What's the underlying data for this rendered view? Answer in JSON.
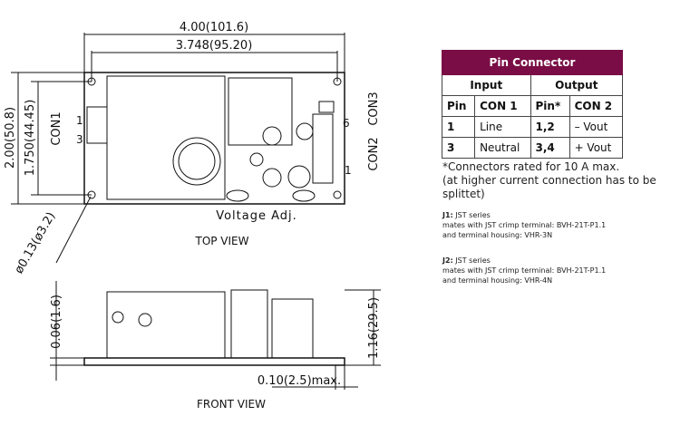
{
  "drawing": {
    "dim_overall_width": "4.00(101.6)",
    "dim_hole_width": "3.748(95.20)",
    "dim_overall_height": "2.00(50.8)",
    "dim_hole_height": "1.750(44.45)",
    "con1_label": "CON1",
    "con1_pin1": "1",
    "con1_pin3": "3",
    "con3_label": "CON3",
    "con2_label": "CON2",
    "con2_pin6": "6",
    "con2_pin1": "1",
    "voltage_adj": "Voltage Adj.",
    "hole_dia": "ø0.13(ø3.2)",
    "top_view": "TOP VIEW",
    "dim_pcb_thickness": "0.06(1.6)",
    "dim_height": "1.16(29.5)",
    "dim_lead": "0.10(2.5)max.",
    "front_view": "FRONT VIEW"
  },
  "pin_table": {
    "title": "Pin Connector",
    "input_header": "Input",
    "output_header": "Output",
    "col_pin": "Pin",
    "col_con1": "CON 1",
    "col_pin_out": "Pin*",
    "col_con2": "CON 2",
    "rows": [
      {
        "pin": "1",
        "con1": "Line",
        "pin_out": "1,2",
        "con2": "– Vout"
      },
      {
        "pin": "3",
        "con1": "Neutral",
        "pin_out": "3,4",
        "con2": "+ Vout"
      }
    ]
  },
  "notes": {
    "line1": "*Connectors rated for 10 A max.",
    "line2": "(at higher current connection has to be splittet)"
  },
  "j1": {
    "title": "J1:",
    "series": " JST series",
    "line1": "mates with JST crimp terminal: BVH-21T-P1.1",
    "line2": "and terminal housing: VHR-3N"
  },
  "j2": {
    "title": "J2:",
    "series": " JST series",
    "line1": "mates with JST crimp terminal: BVH-21T-P1.1",
    "line2": "and terminal housing: VHR-4N"
  }
}
